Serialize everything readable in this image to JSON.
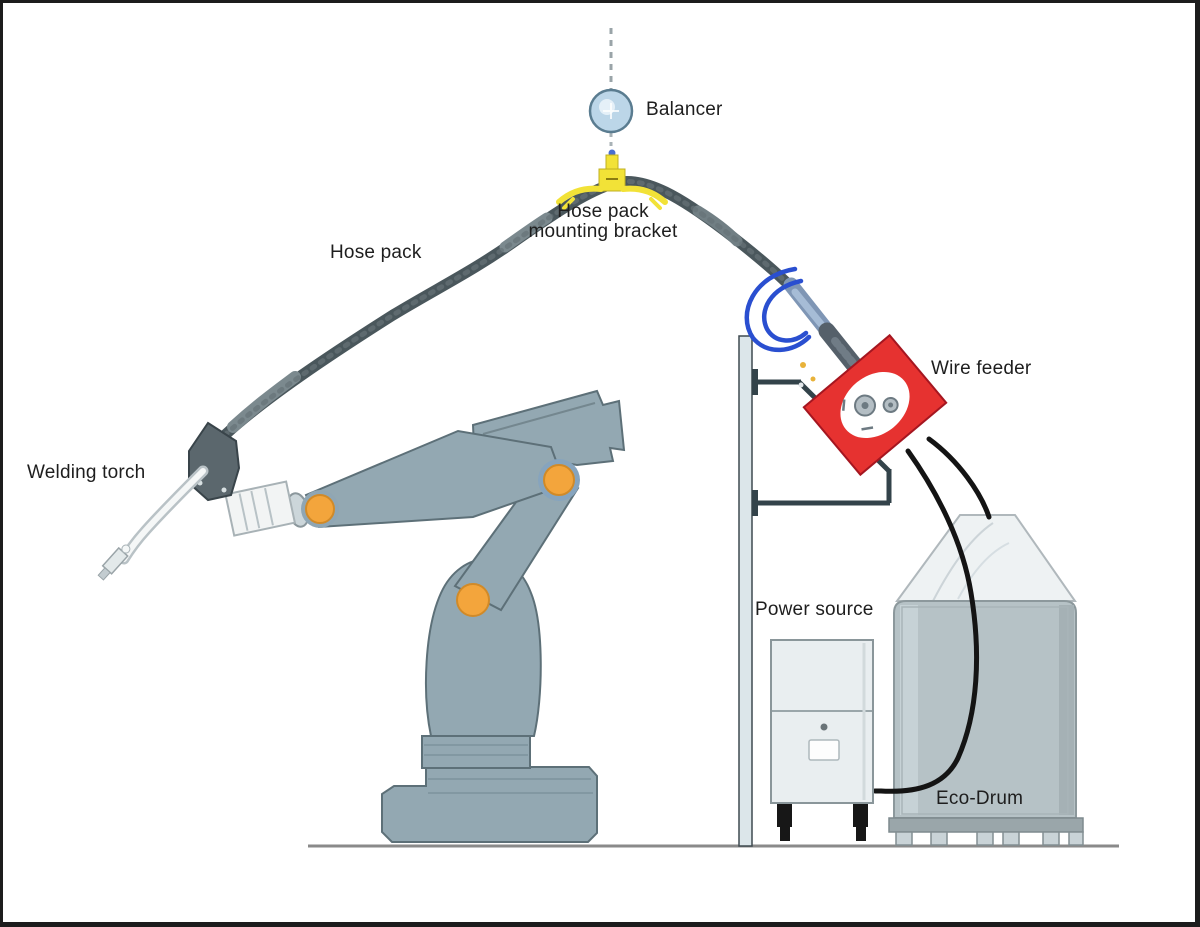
{
  "figure": {
    "background": "#ffffff",
    "border_color": "#1c1c1c"
  },
  "labels": {
    "balancer": "Balancer",
    "hose_pack": "Hose pack",
    "mounting_bracket": "Hose pack\nmounting bracket",
    "wire_feeder": "Wire feeder",
    "welding_torch": "Welding torch",
    "power_source": "Power source",
    "eco_drum": "Eco-Drum"
  },
  "colors": {
    "robot_body": "#93a8b2",
    "robot_outline": "#5d7078",
    "joint_orange": "#f3a53c",
    "joint_orange_edge": "#d18a28",
    "elbow_ring_blue": "#86a4be",
    "feeder_red": "#e63230",
    "feeder_red_edge": "#a51620",
    "cable_blue": "#2a4fd0",
    "bracket_yellow": "#f2e237",
    "hose_dark": "#4a575c",
    "hose_sleeve": "#7b898e",
    "balancer_ball": "#bcd6e8",
    "drum_gray": "#b6c2c6",
    "cone_light": "#eef2f3",
    "power_source_gray": "#e9eef0",
    "post_gray": "#dce6ea",
    "mount_dark": "#33434a",
    "cable_black": "#141414",
    "torch_dark": "#5b676d",
    "ground": "#8a8a8a"
  }
}
